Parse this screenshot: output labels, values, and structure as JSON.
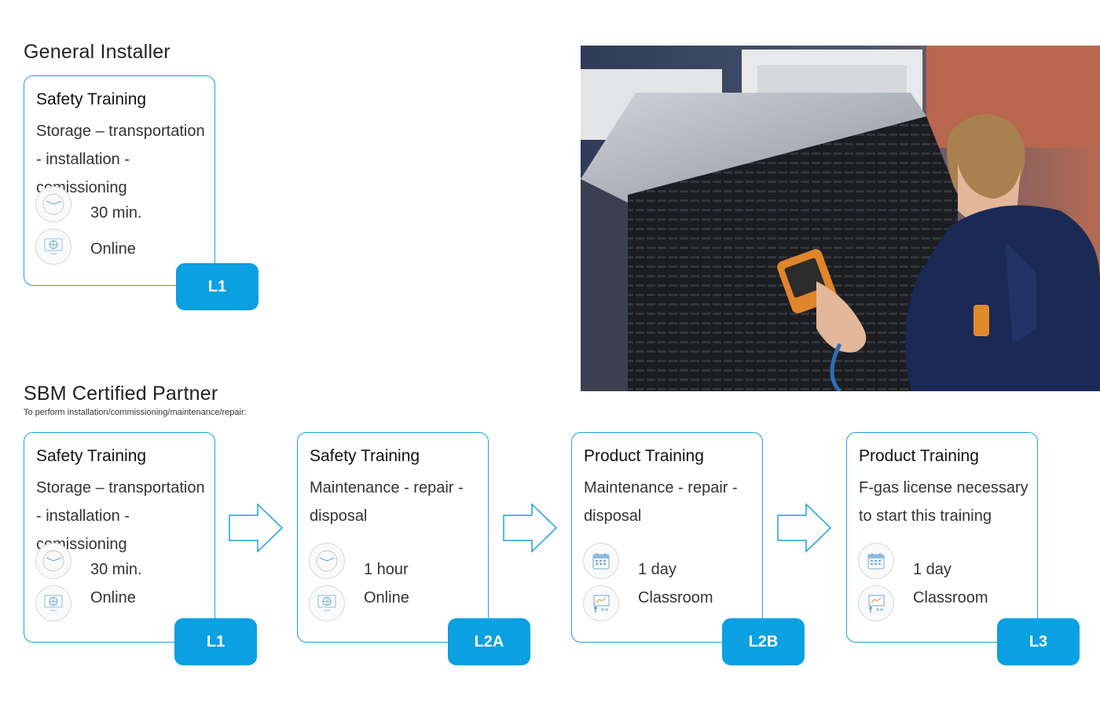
{
  "general": {
    "title": "General Installer",
    "card": {
      "title": "Safety Training",
      "desc": "Storage – transportation - installation - comissioning",
      "duration": "30 min.",
      "mode": "Online",
      "level": "L1",
      "duration_icon": "clock-icon",
      "mode_icon": "online-globe-icon"
    }
  },
  "sbm": {
    "title": "SBM Certified Partner",
    "subtitle": "To perform installation/commissioning/maintenance/repair:",
    "cards": [
      {
        "title": "Safety Training",
        "desc": "Storage – transportation - installation - comissioning",
        "duration": "30 min.",
        "mode": "Online",
        "level": "L1",
        "duration_icon": "clock-icon",
        "mode_icon": "online-globe-icon"
      },
      {
        "title": "Safety Training",
        "desc": "Maintenance - repair - disposal",
        "duration": "1 hour",
        "mode": "Online",
        "level": "L2A",
        "duration_icon": "clock-icon",
        "mode_icon": "online-globe-icon"
      },
      {
        "title": "Product Training",
        "desc": "Maintenance - repair - disposal",
        "duration": "1 day",
        "mode": "Classroom",
        "level": "L2B",
        "duration_icon": "calendar-icon",
        "mode_icon": "classroom-icon"
      },
      {
        "title": "Product Training",
        "desc": "F-gas license necessary to start this training",
        "duration": "1 day",
        "mode": "Classroom",
        "level": "L3",
        "duration_icon": "calendar-icon",
        "mode_icon": "classroom-icon"
      }
    ]
  },
  "colors": {
    "accent": "#0aa0e2",
    "border": "#1aa0dd"
  },
  "photo": {
    "description_icon": "technician-photo"
  }
}
